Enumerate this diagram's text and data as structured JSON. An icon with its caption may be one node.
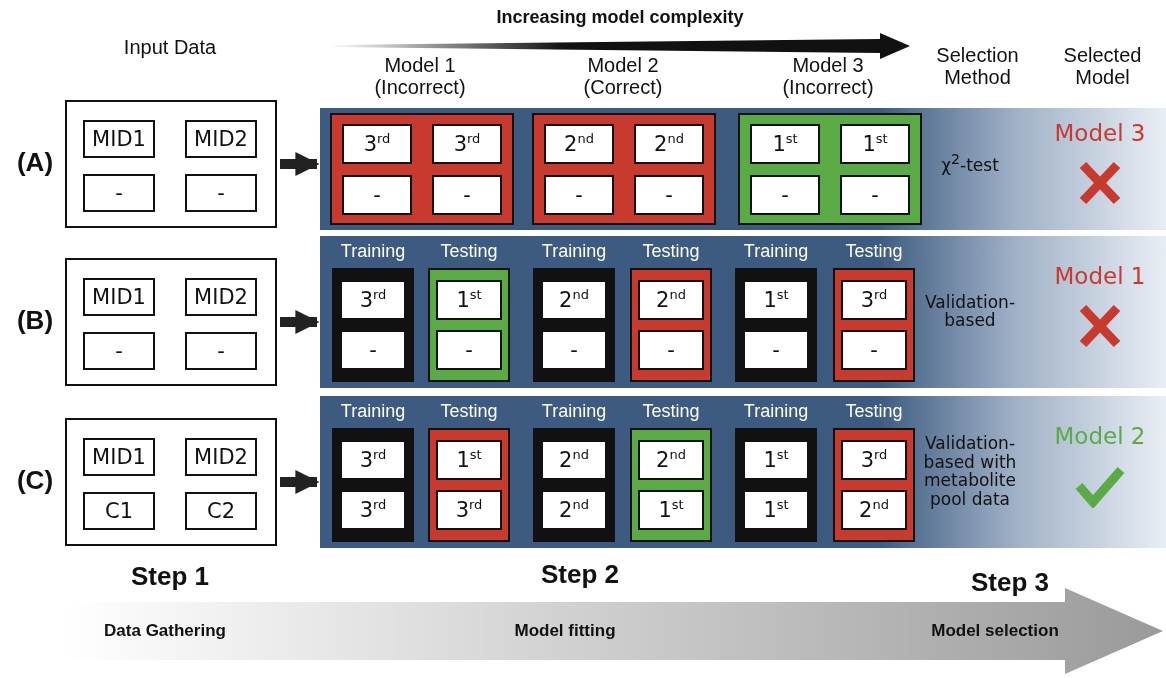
{
  "diagram": {
    "nodes": [
      {
        "text": [],
        "shape": "box"
      },
      {
        "text": [
          "MID1"
        ],
        "in": 0
      },
      {
        "text": [
          "MID2"
        ],
        "in": 0
      },
      {
        "text": [
          "-"
        ],
        "in": 0
      },
      {
        "text": [
          "-"
        ],
        "in": 0
      },
      {
        "text": [
          "χ$^{2}$-test",
          "Model 3"
        ]
      },
      {
        "text": [],
        "shape": "box",
        "in": 5
      },
      {
        "text": [
          "3$^{rd}$"
        ],
        "in": 6
      },
      {
        "text": [
          "3$^{rd}$"
        ],
        "in": 6
      },
      {
        "text": [
          "-"
        ],
        "in": 6
      },
      {
        "text": [
          "-"
        ],
        "in": 6
      },
      {
        "text": [],
        "shape": "box",
        "in": 5
      },
      {
        "text": [
          "2$^{nd}$"
        ],
        "in": 11
      },
      {
        "text": [
          "2$^{nd}$"
        ],
        "in": 11
      },
      {
        "text": [
          "-"
        ],
        "in": 11
      },
      {
        "text": [
          "-"
        ],
        "in": 11
      },
      {
        "text": [],
        "shape": "box",
        "in": 5
      },
      {
        "text": [
          "1$^{st}$"
        ],
        "in": 16
      },
      {
        "text": [
          "1$^{st}$"
        ],
        "in": 16
      },
      {
        "text": [
          "-"
        ],
        "in": 16
      },
      {
        "text": [
          "-"
        ],
        "in": 16
      },
      {
        "text": [],
        "shape": "box"
      },
      {
        "text": [
          "MID1"
        ],
        "in": 21
      },
      {
        "text": [
          "MID2"
        ],
        "in": 21
      },
      {
        "text": [
          "-"
        ],
        "in": 21
      },
      {
        "text": [
          "-"
        ],
        "in": 21
      },
      {
        "text": [
          "Validation-based",
          "Model 1"
        ]
      },
      {
        "text": [
          "Training"
        ],
        "in": 26
      },
      {
        "text": [
          "3$^{rd}$"
        ],
        "in": 27
      },
      {
        "text": [
          "-"
        ],
        "in": 27
      },
      {
        "text": [
          "Testing"
        ],
        "in": 26
      },
      {
        "text": [
          "1$^{st}$"
        ],
        "in": 30
      },
      {
        "text": [
          "-"
        ],
        "in": 30
      },
      {
        "text": [
          "Training"
        ],
        "in": 26
      },
      {
        "text": [
          "2$^{nd}$"
        ],
        "in": 33
      },
      {
        "text": [
          "-"
        ],
        "in": 33
      },
      {
        "text": [
          "Testing"
        ],
        "in": 26
      },
      {
        "text": [
          "2$^{nd}$"
        ],
        "in": 36
      },
      {
        "text": [
          "-"
        ],
        "in": 36
      },
      {
        "text": [
          "Training"
        ],
        "in": 26
      },
      {
        "text": [
          "1$^{st}$"
        ],
        "in": 39
      },
      {
        "text": [
          "-"
        ],
        "in": 39
      },
      {
        "text": [
          "Testing"
        ],
        "in": 26
      },
      {
        "text": [
          "3$^{rd}$"
        ],
        "in": 42
      },
      {
        "text": [
          "-"
        ],
        "in": 42
      },
      {
        "text": [],
        "shape": "box"
      },
      {
        "text": [
          "MID1"
        ],
        "in": 45
      },
      {
        "text": [
          "MID2"
        ],
        "in": 45
      },
      {
        "text": [
          "C1"
        ],
        "in": 45
      },
      {
        "text": [
          "C2"
        ],
        "in": 45
      },
      {
        "text": [
          "Validation-based with metabolite pool data",
          "Model 2"
        ]
      },
      {
        "text": [
          "Training"
        ],
        "in": 50
      },
      {
        "text": [
          "3$^{rd}$"
        ],
        "in": 51
      },
      {
        "text": [
          "3$^{rd}$"
        ],
        "in": 51
      },
      {
        "text": [
          "Testing"
        ],
        "in": 50
      },
      {
        "text": [
          "1$^{st}$"
        ],
        "in": 54
      },
      {
        "text": [
          "3$^{rd}$"
        ],
        "in": 54
      },
      {
        "text": [
          "Training"
        ],
        "in": 50
      },
      {
        "text": [
          "2$^{nd}$"
        ],
        "in": 57
      },
      {
        "text": [
          "2$^{nd}$"
        ],
        "in": 57
      },
      {
        "text": [
          "Testing"
        ],
        "in": 50
      },
      {
        "text": [
          "2$^{nd}$"
        ],
        "in": 60
      },
      {
        "text": [
          "1$^{st}$"
        ],
        "in": 60
      },
      {
        "text": [
          "Training"
        ],
        "in": 50
      },
      {
        "text": [
          "1$^{st}$"
        ],
        "in": 63
      },
      {
        "text": [
          "1$^{st}$"
        ],
        "in": 63
      },
      {
        "text": [
          "Testing"
        ],
        "in": 50
      },
      {
        "text": [
          "3$^{rd}$"
        ],
        "in": 66
      },
      {
        "text": [
          "2$^{nd}$"
        ],
        "in": 66
      },
      {
        "text": [
          "Data Gathering",
          "Model fitting",
          "Model selection"
        ]
      }
    ],
    "edges": [
      {
        "from": 0,
        "to": 5,
        "arrow": "to"
      },
      {
        "from": 21,
        "to": 26,
        "arrow": "to"
      },
      {
        "from": 45,
        "to": 50,
        "arrow": "to"
      }
    ],
    "labels": [
      "Increasing model complexity",
      "Input Data",
      "Model 1 (Incorrect)",
      "Model 2 (Correct)",
      "Model 3 (Incorrect)",
      "Selection Method",
      "Selected Model",
      "(A)",
      "(B)",
      "(C)",
      "Step 1",
      "Step 2",
      "Step 3"
    ]
  }
}
